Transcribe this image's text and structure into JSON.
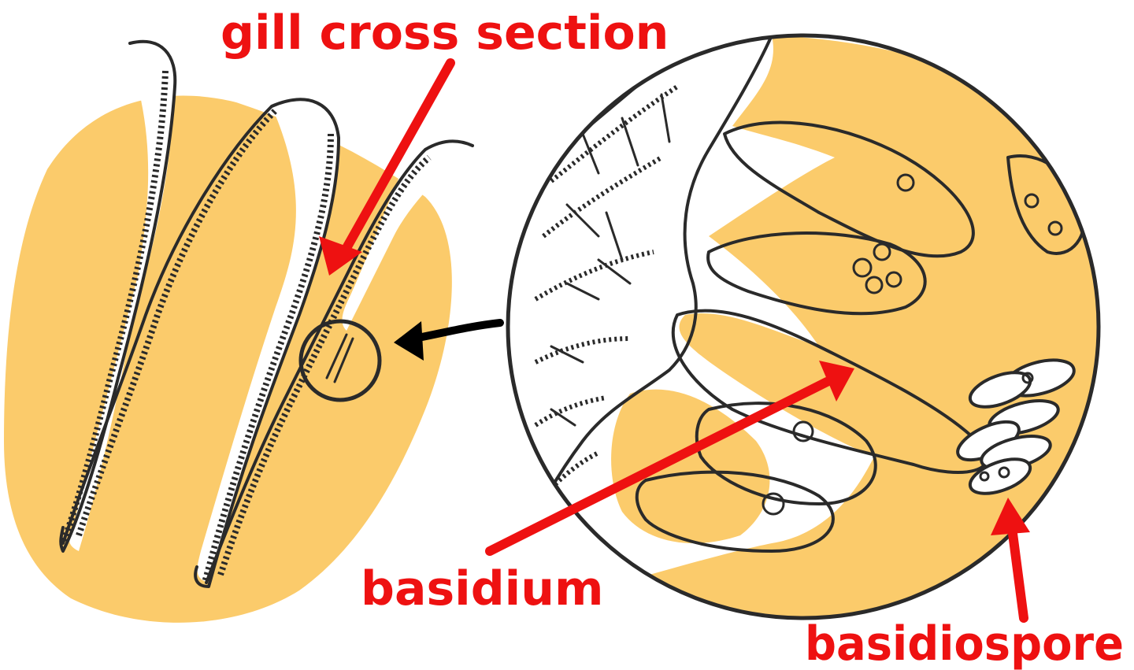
{
  "labels": {
    "gill_cross_section": "gill cross section",
    "basidium": "basidium",
    "basidiospore": "basidiospore"
  },
  "colors": {
    "fill": "#fbcb6b",
    "ink": "#2a2a2a",
    "label": "#ee1111",
    "pointer": "#000000",
    "background": "#ffffff"
  },
  "icons": {
    "pointer_arrow": "arrow-left-icon",
    "magnifier": "circle-magnifier-icon"
  }
}
